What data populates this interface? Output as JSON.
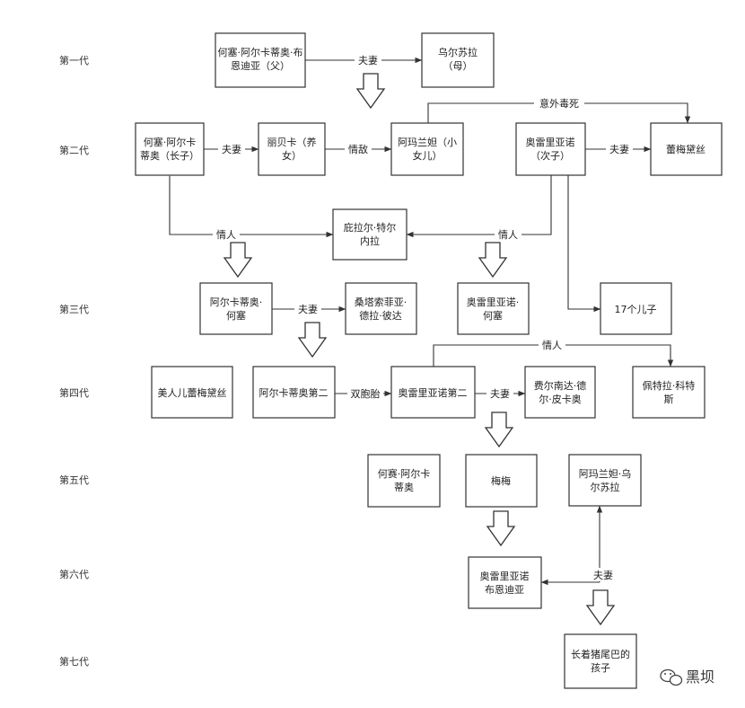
{
  "generations": [
    "第一代",
    "第二代",
    "第三代",
    "第四代",
    "第五代",
    "第六代",
    "第七代"
  ],
  "nodes": {
    "jose_arcadio": [
      "何塞·阿尔卡蒂奥·布",
      "恩迪亚（父）"
    ],
    "ursula": [
      "乌尔苏拉",
      "（母）"
    ],
    "jose_arcadio_2": [
      "何塞·阿尔卡",
      "蒂奥（长子）"
    ],
    "rebeca": [
      "丽贝卡（养",
      "女）"
    ],
    "amaranta": [
      "阿玛兰妲（小",
      "女儿）"
    ],
    "aureliano": [
      "奥雷里亚诺",
      "（次子）"
    ],
    "remedios": [
      "蕾梅黛丝"
    ],
    "pilar": [
      "庇拉尔·特尔",
      "内拉"
    ],
    "arcadio": [
      "阿尔卡蒂奥·",
      "何塞"
    ],
    "santa_sofia": [
      "桑塔索菲亚·",
      "德拉·彼达"
    ],
    "aureliano_jose": [
      "奥雷里亚诺·",
      "何塞"
    ],
    "seventeen_sons": [
      "17个儿子"
    ],
    "remedios_beauty": [
      "美人儿蕾梅黛丝"
    ],
    "jose_arcadio_segundo": [
      "阿尔卡蒂奥第二"
    ],
    "aureliano_segundo": [
      "奥雷里亚诺第二"
    ],
    "fernanda": [
      "费尔南达·德",
      "尔·皮卡奥"
    ],
    "petra_cotes": [
      "佩特拉·科特",
      "斯"
    ],
    "jose_arcadio_5": [
      "何赛·阿尔卡",
      "蒂奥"
    ],
    "meme": [
      "梅梅"
    ],
    "amaranta_ursula": [
      "阿玛兰妲·乌",
      "尔苏拉"
    ],
    "aureliano_babilonia": [
      "奥雷里亚诺",
      "布恩迪亚"
    ],
    "pig_tail_child": [
      "长着猪尾巴的",
      "孩子"
    ]
  },
  "relations": {
    "spouse": "夫妻",
    "rival": "情敌",
    "lover": "情人",
    "twins": "双胞胎",
    "poisoned": "意外毒死"
  },
  "watermark": "黑坝",
  "watermark_icon": "wechat-icon"
}
